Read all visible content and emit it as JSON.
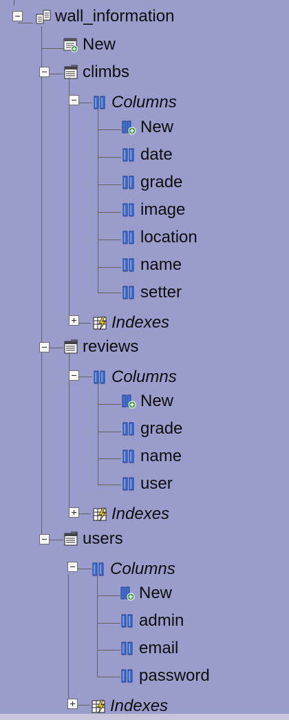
{
  "tree": {
    "database": {
      "label": "wall_information",
      "icon": "database-icon"
    },
    "new_table": {
      "label": "New",
      "icon": "new-table-icon"
    },
    "tables": [
      {
        "label": "climbs",
        "columns_label": "Columns",
        "new_column_label": "New",
        "columns": [
          "date",
          "grade",
          "image",
          "location",
          "name",
          "setter"
        ],
        "indexes_label": "Indexes"
      },
      {
        "label": "reviews",
        "columns_label": "Columns",
        "new_column_label": "New",
        "columns": [
          "grade",
          "name",
          "user"
        ],
        "indexes_label": "Indexes"
      },
      {
        "label": "users",
        "columns_label": "Columns",
        "new_column_label": "New",
        "columns": [
          "admin",
          "email",
          "password"
        ],
        "indexes_label": "Indexes"
      }
    ]
  },
  "colors": {
    "background": "#9a9ccb",
    "tree_line": "#606060",
    "column_icon": "#3f6fd4",
    "add_badge": "#3f9a3f"
  }
}
